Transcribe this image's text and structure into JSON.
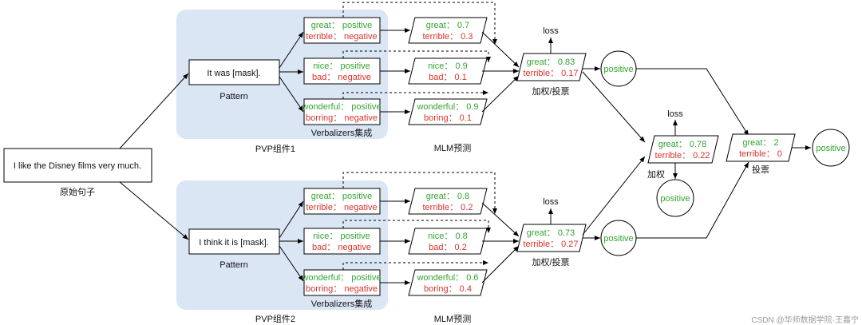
{
  "sentence": {
    "text": "I like the Disney films very much.",
    "caption": "原始句子"
  },
  "groups": [
    {
      "pattern_text": "It was [mask].",
      "pattern_caption": "Pattern",
      "group_caption": "PVP组件1",
      "verbalizer_caption": "Verbalizers集成",
      "mlm_caption": "MLM预测",
      "verbalizers": [
        {
          "pos": "great：  positive",
          "neg": "terrible：  negative",
          "pred_pos": "great：  0.7",
          "pred_neg": "terrible：  0.3"
        },
        {
          "pos": "nice：  positive",
          "neg": "bad：  negative",
          "pred_pos": "nice：  0.9",
          "pred_neg": "bad：  0.1"
        },
        {
          "pos": "wonderful：  positive",
          "neg": "borring：  negative",
          "pred_pos": "wonderful：  0.9",
          "pred_neg": "boring：  0.1"
        }
      ],
      "agg_pos": "great：  0.83",
      "agg_neg": "terrible：  0.17",
      "agg_caption": "加权/投票",
      "loss": "loss",
      "result": "positive"
    },
    {
      "pattern_text": "I think it is [mask].",
      "pattern_caption": "Pattern",
      "group_caption": "PVP组件2",
      "verbalizer_caption": "Verbalizers集成",
      "mlm_caption": "MLM预测",
      "verbalizers": [
        {
          "pos": "great：  positive",
          "neg": "terrible：  negative",
          "pred_pos": "great：  0.8",
          "pred_neg": "terrible：  0.2"
        },
        {
          "pos": "nice：  positive",
          "neg": "bad：  negative",
          "pred_pos": "nice：  0.8",
          "pred_neg": "bad：  0.2"
        },
        {
          "pos": "wonderful：  positive",
          "neg": "borring：  negative",
          "pred_pos": "wonderful：  0.6",
          "pred_neg": "boring：  0.4"
        }
      ],
      "agg_pos": "great：  0.73",
      "agg_neg": "terrible：  0.27",
      "agg_caption": "加权/投票",
      "loss": "loss",
      "result": "positive"
    }
  ],
  "weighted": {
    "pos": "great：  0.78",
    "neg": "terrible：  0.22",
    "caption": "加权",
    "loss": "loss",
    "result": "positive"
  },
  "vote": {
    "pos": "great：  2",
    "neg": "terrible：  0",
    "caption": "投票",
    "result": "positive"
  },
  "watermark": "CSDN @华师数据学院·王嘉宁",
  "colors": {
    "positive_text": "#33a532",
    "negative_text": "#d8332b",
    "group_fill": "#dbe6f5"
  }
}
